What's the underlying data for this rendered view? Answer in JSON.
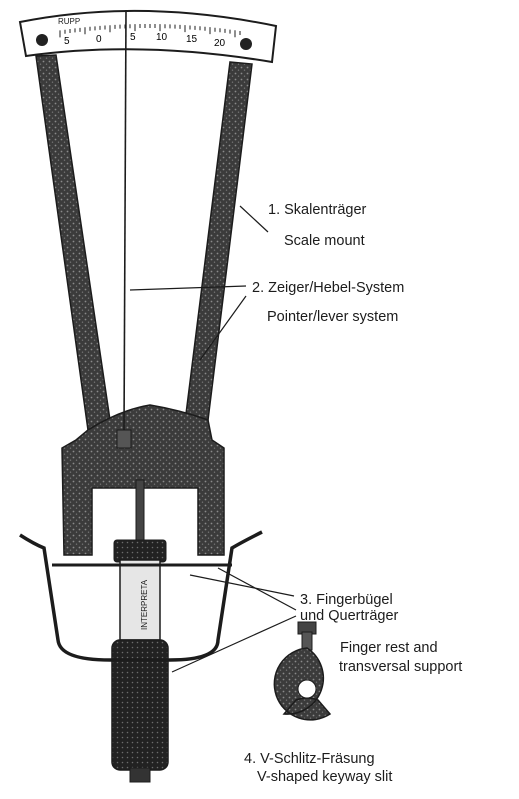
{
  "scale": {
    "logo_text": "RUPP",
    "tick_labels": [
      "5",
      "0",
      "5",
      "10",
      "15",
      "20"
    ]
  },
  "instrument_stamp": "INTERPRETA",
  "callouts": [
    {
      "id": 1,
      "de": "1. Skalenträger",
      "en": "Scale mount"
    },
    {
      "id": 2,
      "de": "2. Zeiger/Hebel-System",
      "en": "Pointer/lever system"
    },
    {
      "id": 3,
      "de": "3. Fingerbügel",
      "de2": "und Querträger",
      "en": "Finger rest and",
      "en2": "transversal support"
    },
    {
      "id": 4,
      "de": "4. V-Schlitz-Fräsung",
      "en": "V-shaped keyway slit"
    }
  ],
  "colors": {
    "ink": "#1c1c1c",
    "metal": "#3a3a3a",
    "paper": "#ffffff"
  }
}
